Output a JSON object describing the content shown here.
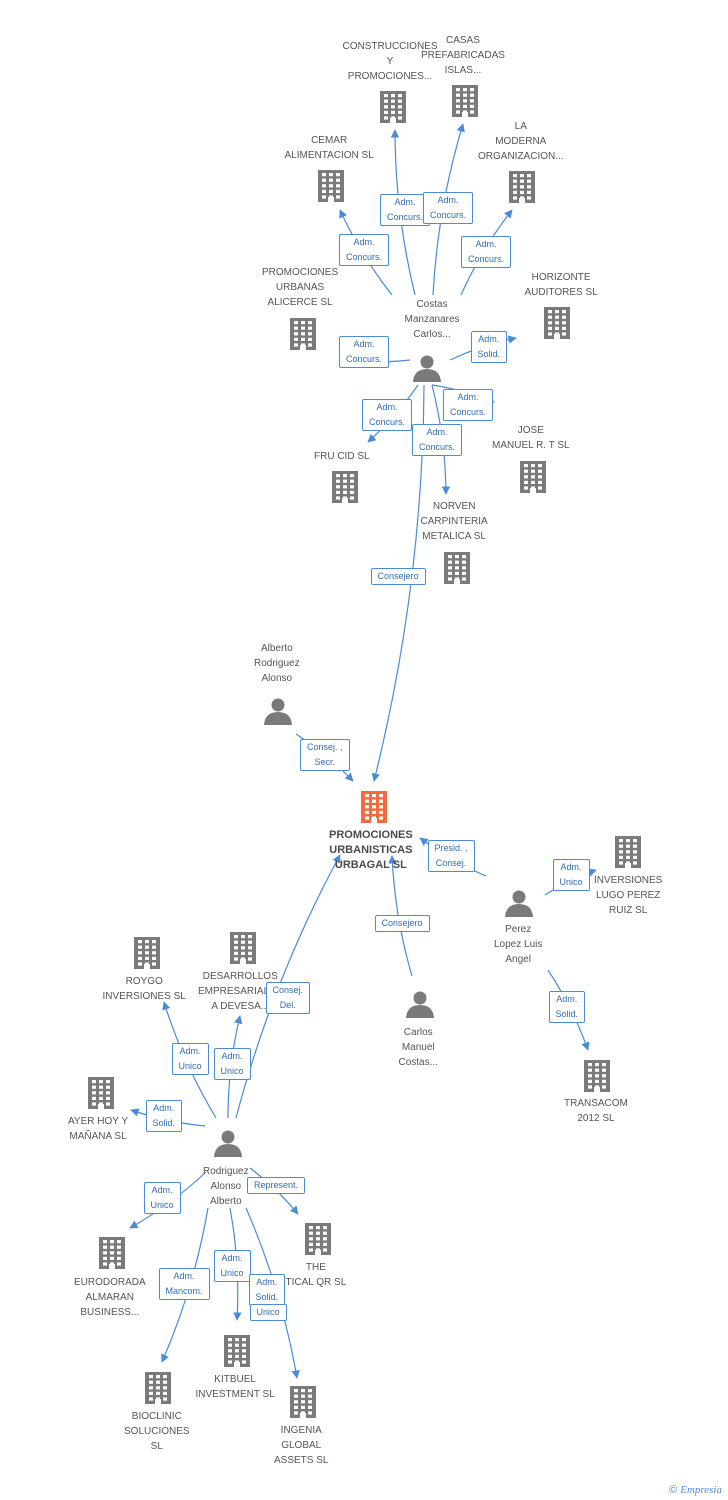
{
  "colors": {
    "edge": "#4a8bd6",
    "node": "#7a7a7a",
    "focus": "#f26a3d",
    "text": "#555555",
    "relation_text": "#2f6db5"
  },
  "nodes": [
    {
      "id": "construcciones",
      "type": "company",
      "lines": [
        "CONSTRUCCIONES",
        "Y",
        "PROMOCIONES..."
      ]
    },
    {
      "id": "casas",
      "type": "company",
      "lines": [
        "CASAS",
        "PREFABRICADAS",
        "ISLAS..."
      ]
    },
    {
      "id": "cemar",
      "type": "company",
      "lines": [
        "CEMAR",
        "ALIMENTACION SL"
      ]
    },
    {
      "id": "lamoderna",
      "type": "company",
      "lines": [
        "LA",
        "MODERNA",
        "ORGANIZACION..."
      ]
    },
    {
      "id": "alicerce",
      "type": "company",
      "lines": [
        "PROMOCIONES",
        "URBANAS",
        "ALICERCE SL"
      ]
    },
    {
      "id": "horizonte",
      "type": "company",
      "lines": [
        "HORIZONTE",
        "AUDITORES SL"
      ]
    },
    {
      "id": "costas",
      "type": "person",
      "lines": [
        "Costas",
        "Manzanares",
        "Carlos..."
      ]
    },
    {
      "id": "frucid",
      "type": "company",
      "lines": [
        "FRU CID SL"
      ]
    },
    {
      "id": "jose",
      "type": "company",
      "lines": [
        "JOSE",
        "MANUEL R. T SL"
      ]
    },
    {
      "id": "norven",
      "type": "company",
      "lines": [
        "NORVEN",
        "CARPINTERIA",
        "METALICA SL"
      ]
    },
    {
      "id": "alberto",
      "type": "person",
      "lines": [
        "Alberto",
        "Rodriguez",
        "Alonso"
      ]
    },
    {
      "id": "urbagal",
      "type": "focus",
      "lines": [
        "PROMOCIONES",
        "URBANISTICAS",
        "URBAGAL SL"
      ]
    },
    {
      "id": "inversiones",
      "type": "company",
      "lines": [
        "INVERSIONES",
        "LUGO PEREZ",
        "RUIZ SL"
      ]
    },
    {
      "id": "perez",
      "type": "person",
      "lines": [
        "Perez",
        "Lopez Luis",
        "Angel"
      ]
    },
    {
      "id": "carlos",
      "type": "person",
      "lines": [
        "Carlos",
        "Manuel",
        "Costas..."
      ]
    },
    {
      "id": "roygo",
      "type": "company",
      "lines": [
        "ROYGO",
        "INVERSIONES SL"
      ]
    },
    {
      "id": "desarrollos",
      "type": "company",
      "lines": [
        "DESARROLLOS",
        "EMPRESARIALES",
        "A DEVESA..."
      ]
    },
    {
      "id": "transacom",
      "type": "company",
      "lines": [
        "TRANSACOM",
        "2012 SL"
      ]
    },
    {
      "id": "ayerhoy",
      "type": "company",
      "lines": [
        "AYER HOY Y",
        "MAÑANA SL"
      ]
    },
    {
      "id": "rodriguez",
      "type": "person",
      "lines": [
        "Rodriguez",
        "Alonso",
        "Alberto"
      ]
    },
    {
      "id": "eurodorada",
      "type": "company",
      "lines": [
        "EURODORADA",
        "ALMARAN",
        "BUSINESS..."
      ]
    },
    {
      "id": "thetical",
      "type": "company",
      "lines": [
        "THE",
        "TICAL QR  SL"
      ]
    },
    {
      "id": "kitbuel",
      "type": "company",
      "lines": [
        "KITBUEL",
        "INVESTMENT SL"
      ]
    },
    {
      "id": "bioclinic",
      "type": "company",
      "lines": [
        "BIOCLINIC",
        "SOLUCIONES",
        "SL"
      ]
    },
    {
      "id": "ingenia",
      "type": "company",
      "lines": [
        "INGENIA",
        "GLOBAL",
        "ASSETS  SL"
      ]
    }
  ],
  "relations": [
    {
      "from": "costas",
      "to": "construcciones",
      "lines": [
        "Adm.",
        "Concurs."
      ]
    },
    {
      "from": "costas",
      "to": "casas",
      "lines": [
        "Adm.",
        "Concurs."
      ]
    },
    {
      "from": "costas",
      "to": "cemar",
      "lines": [
        "Adm.",
        "Concurs."
      ]
    },
    {
      "from": "costas",
      "to": "lamoderna",
      "lines": [
        "Adm.",
        "Concurs."
      ]
    },
    {
      "from": "costas",
      "to": "alicerce",
      "lines": [
        "Adm.",
        "Concurs."
      ]
    },
    {
      "from": "costas",
      "to": "horizonte",
      "lines": [
        "Adm.",
        "Solid."
      ]
    },
    {
      "from": "costas",
      "to": "frucid",
      "lines": [
        "Adm.",
        "Concurs."
      ]
    },
    {
      "from": "costas",
      "to": "jose",
      "lines": [
        "Adm.",
        "Concurs."
      ]
    },
    {
      "from": "costas",
      "to": "norven",
      "lines": [
        "Adm.",
        "Concurs."
      ]
    },
    {
      "from": "costas",
      "to": "urbagal",
      "lines": [
        "Consejero"
      ]
    },
    {
      "from": "alberto",
      "to": "urbagal",
      "lines": [
        "Consej. ,",
        "Secr."
      ]
    },
    {
      "from": "perez",
      "to": "urbagal",
      "lines": [
        "Presid. ,",
        "Consej."
      ]
    },
    {
      "from": "perez",
      "to": "inversiones",
      "lines": [
        "Adm.",
        "Unico"
      ]
    },
    {
      "from": "perez",
      "to": "transacom",
      "lines": [
        "Adm.",
        "Solid."
      ]
    },
    {
      "from": "carlos",
      "to": "urbagal",
      "lines": [
        "Consejero"
      ]
    },
    {
      "from": "rodriguez",
      "to": "urbagal",
      "lines": [
        "Consej.",
        "Del."
      ]
    },
    {
      "from": "rodriguez",
      "to": "roygo",
      "lines": [
        "Adm.",
        "Unico"
      ]
    },
    {
      "from": "rodriguez",
      "to": "desarrollos",
      "lines": [
        "Adm.",
        "Unico"
      ]
    },
    {
      "from": "rodriguez",
      "to": "ayerhoy",
      "lines": [
        "Adm.",
        "Solid."
      ]
    },
    {
      "from": "rodriguez",
      "to": "eurodorada",
      "lines": [
        "Adm.",
        "Unico"
      ]
    },
    {
      "from": "rodriguez",
      "to": "thetical",
      "lines": [
        "Represent."
      ]
    },
    {
      "from": "rodriguez",
      "to": "kitbuel",
      "lines": [
        "Adm.",
        "Unico"
      ]
    },
    {
      "from": "rodriguez",
      "to": "bioclinic",
      "lines": [
        "Adm.",
        "Mancom."
      ]
    },
    {
      "from": "rodriguez",
      "to": "ingenia",
      "lines": [
        "Adm.",
        "Solid."
      ]
    },
    {
      "from": "rodriguez",
      "to": "kitbuel",
      "lines": [
        "Unico"
      ]
    }
  ],
  "footer": {
    "copyright": "©",
    "brand": "Empresia"
  }
}
